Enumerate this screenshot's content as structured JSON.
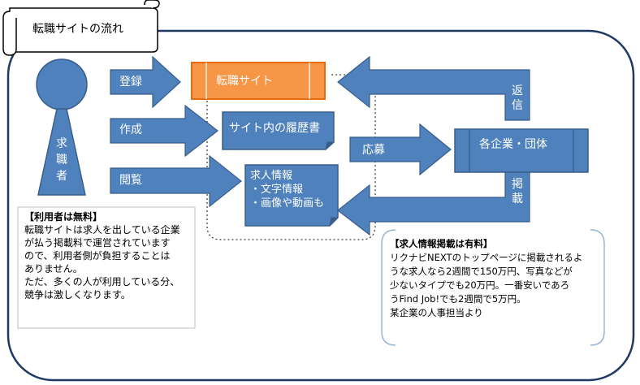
{
  "title": "転職サイトの流れ",
  "person": {
    "label": "求職者"
  },
  "arrows": {
    "register": "登録",
    "create": "作成",
    "browse": "閲覧",
    "apply": "応募",
    "reply": "返信",
    "post": "掲載"
  },
  "boxes": {
    "job_site": "転職サイト",
    "history": "サイト内の履歴書",
    "job_info": {
      "title": "求人情報",
      "line1": "・文字情報",
      "line2": "・画像や動画も"
    },
    "company": "各企業・団体"
  },
  "note_user": {
    "title": "【利用者は無料】",
    "lines": [
      "転職サイトは求人を出している企業",
      "が払う掲載料で運営されています",
      "ので、利用者側が負担することは",
      "ありません。",
      "ただ、多くの人が利用している分、",
      "競争は激しくなります。"
    ]
  },
  "note_paid": {
    "title": "【求人情報掲載は有料】",
    "lines": [
      "リクナビNEXTのトップページに掲載されるよ",
      "うな求人なら2週間で150万円、写真などが",
      "少ないタイプでも20万円。一番安いであろ",
      "うFind Job!でも2週間で5万円。",
      "某企業の人事担当より"
    ]
  },
  "colors": {
    "blue_fill": "#4f81bd",
    "blue_border": "#385d8a",
    "orange_fill": "#f79646",
    "orange_border": "#e46c0a",
    "frame": "#1f3864"
  }
}
